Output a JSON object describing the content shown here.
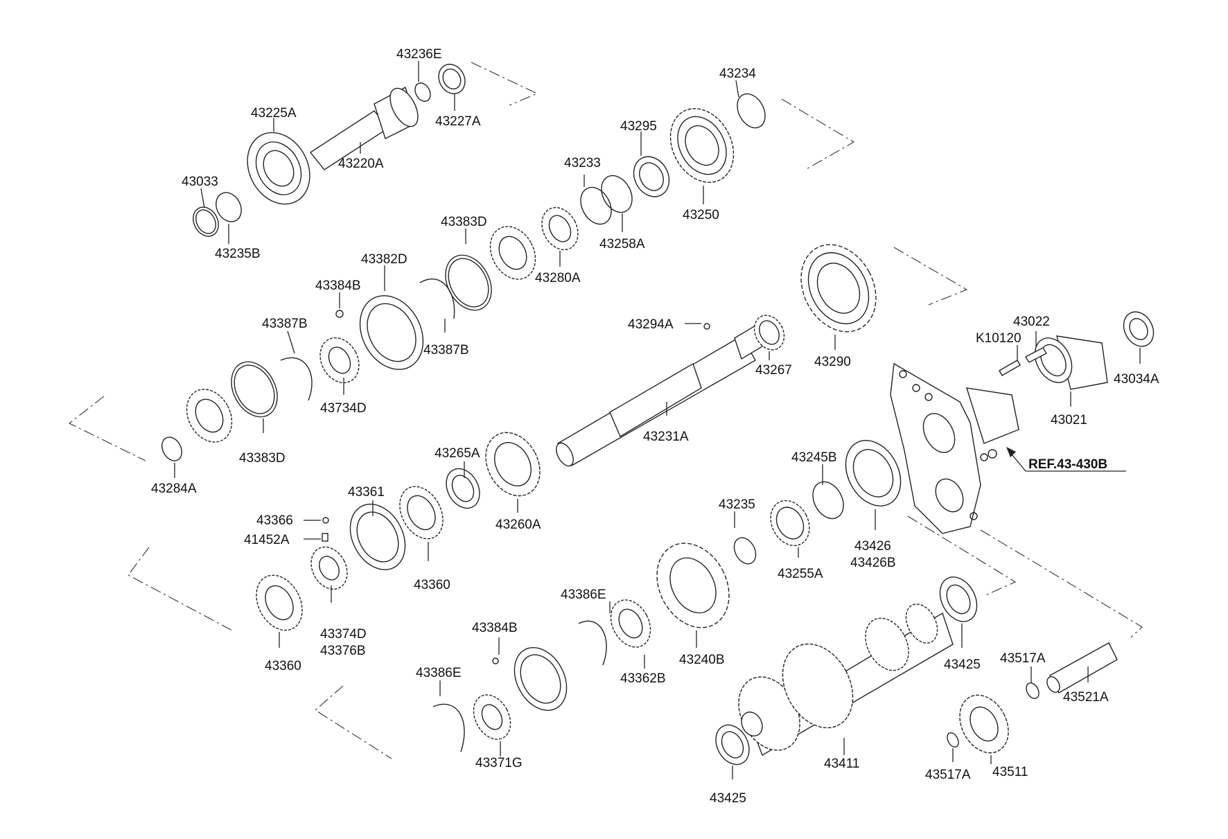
{
  "labels": {
    "p43236E": "43236E",
    "p43227A": "43227A",
    "p43225A": "43225A",
    "p43220A": "43220A",
    "p43033": "43033",
    "p43235B": "43235B",
    "p43234": "43234",
    "p43295": "43295",
    "p43250": "43250",
    "p43233": "43233",
    "p43258A": "43258A",
    "p43383D_top": "43383D",
    "p43280A": "43280A",
    "p43382D": "43382D",
    "p43384B_top": "43384B",
    "p43387B_left": "43387B",
    "p43387B_right": "43387B",
    "p43734D": "43734D",
    "p43383D_bot": "43383D",
    "p43284A": "43284A",
    "p43294A": "43294A",
    "p43267": "43267",
    "p43290": "43290",
    "p43231A": "43231A",
    "p43022": "43022",
    "pK10120": "K10120",
    "p43034A": "43034A",
    "p43021": "43021",
    "ref": "REF.43-430B",
    "p43265A": "43265A",
    "p43260A": "43260A",
    "p43361": "43361",
    "p43366": "43366",
    "p41452A": "41452A",
    "p43360_mid": "43360",
    "p43374D": "43374D",
    "p43376B": "43376B",
    "p43360_left": "43360",
    "p43245B": "43245B",
    "p43235": "43235",
    "p43426": "43426",
    "p43426B": "43426B",
    "p43255A": "43255A",
    "p43240B": "43240B",
    "p43386E_top": "43386E",
    "p43384B_bot": "43384B",
    "p43362B": "43362B",
    "p43386E_bot": "43386E",
    "p43371G": "43371G",
    "p43425_right": "43425",
    "p43517A_top": "43517A",
    "p43521A": "43521A",
    "p43411": "43411",
    "p43425_bot": "43425",
    "p43517A_bot": "43517A",
    "p43511": "43511"
  },
  "colors": {
    "line": "#222222",
    "background": "#ffffff"
  }
}
